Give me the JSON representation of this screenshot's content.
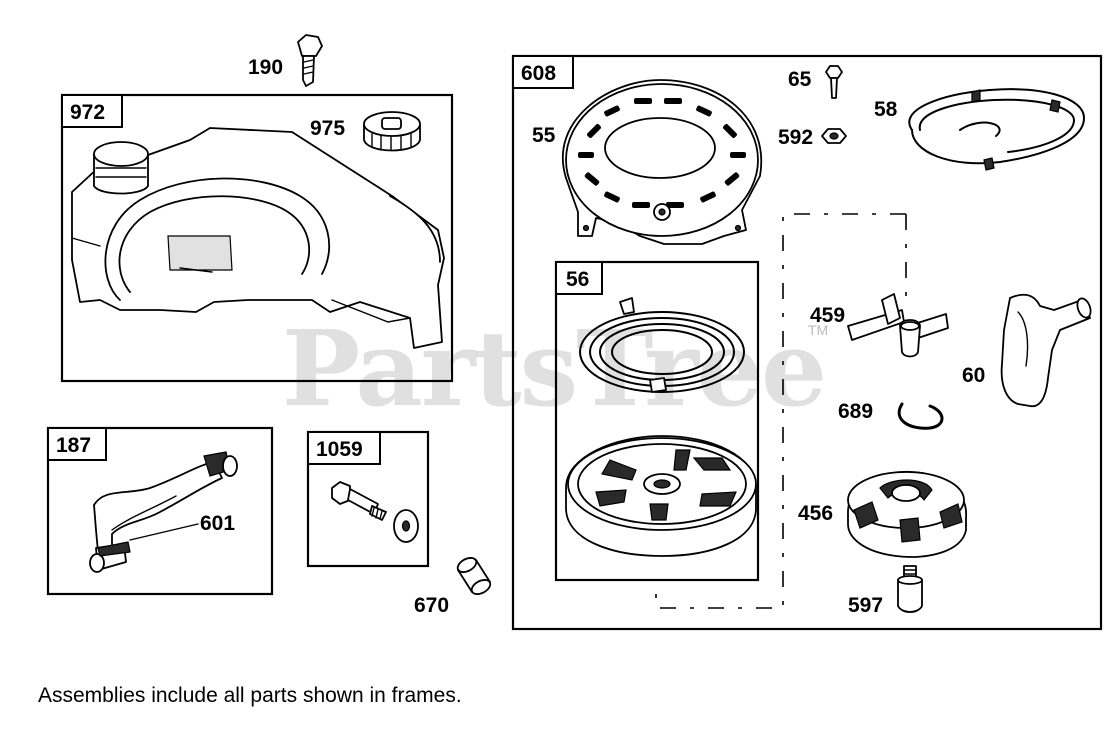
{
  "watermark": {
    "text": "PartsTree",
    "tm": "TM"
  },
  "frames": {
    "f972": "972",
    "f187": "187",
    "f1059": "1059",
    "f608": "608",
    "f56": "56"
  },
  "parts": {
    "p190": "190",
    "p975": "975",
    "p601": "601",
    "p670": "670",
    "p65": "65",
    "p58": "58",
    "p55": "55",
    "p592": "592",
    "p459": "459",
    "p60": "60",
    "p689": "689",
    "p456": "456",
    "p597": "597"
  },
  "caption": "Assemblies include all parts shown in frames."
}
